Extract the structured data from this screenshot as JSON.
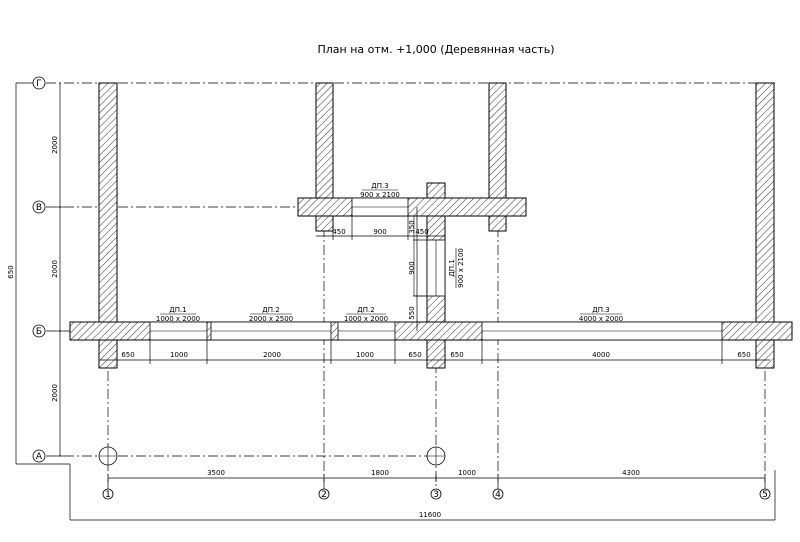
{
  "title": "План на отм. +1,000 (Деревянная часть)",
  "axes": {
    "letters": [
      "Г",
      "В",
      "Б",
      "А"
    ],
    "numbers": [
      "1",
      "2",
      "3",
      "4",
      "5"
    ]
  },
  "openings": {
    "do1": {
      "name": "ДП.1",
      "size": "1000 x 2000"
    },
    "do2": {
      "name": "ДП.2",
      "size": "2000 x 2500"
    },
    "do3": {
      "name": "ДП.2",
      "size": "1000 x 2000"
    },
    "do4": {
      "name": "ДП.3",
      "size": "4000 x 2000"
    },
    "do5": {
      "name": "ДП.3",
      "size": "900 x 2100"
    },
    "do6": {
      "name": "ДП.1",
      "size": "900 x 2100"
    }
  },
  "dims": {
    "left_total": "650",
    "left_1": "2000",
    "left_2": "2000",
    "left_3": "2000",
    "bottom_1": "3500",
    "bottom_2": "1800",
    "bottom_3": "1000",
    "bottom_4": "4300",
    "bottom_total": "11600",
    "wall_1": "650",
    "wall_2": "1000",
    "wall_3": "2000",
    "wall_4": "1000",
    "wall_5": "650",
    "wall_6": "650",
    "wall_7": "4000",
    "wall_8": "650",
    "upper_1": "450",
    "upper_2": "900",
    "upper_3": "450",
    "vert_1": "350",
    "vert_2": "900",
    "vert_3": "550"
  }
}
